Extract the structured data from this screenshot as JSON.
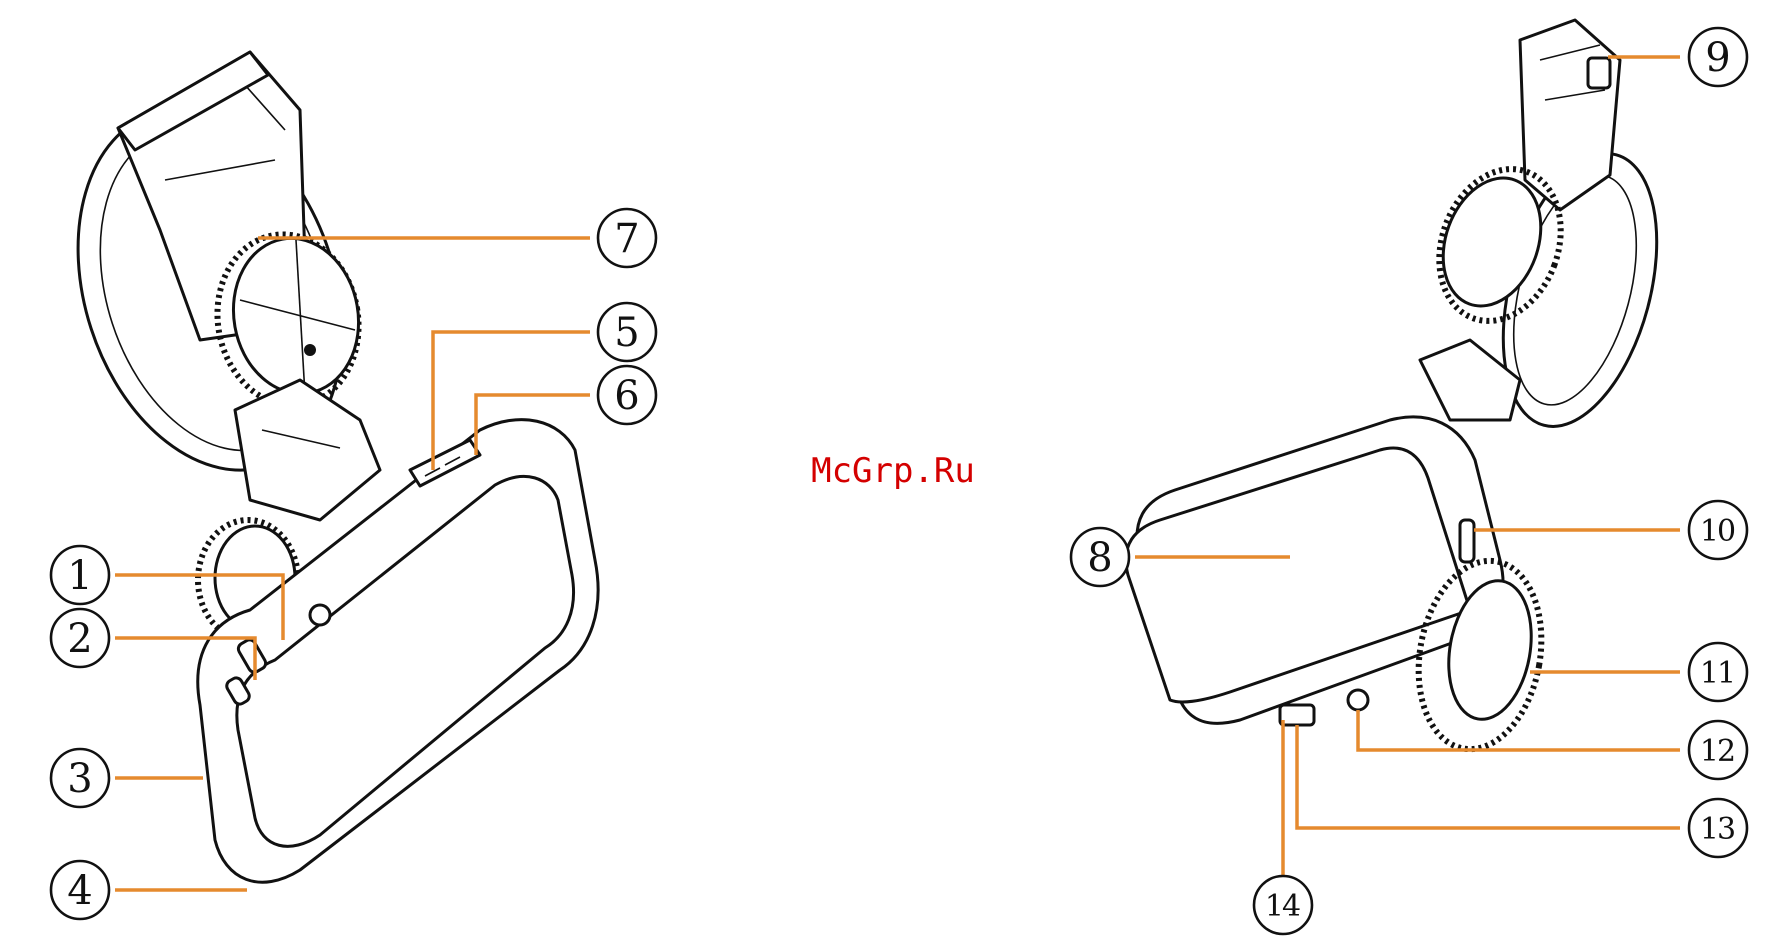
{
  "watermark": "McGrp.Ru",
  "colors": {
    "leader_line": "#e58a2e",
    "outline": "#111111",
    "watermark": "#d40000"
  },
  "callouts": [
    {
      "id": "callout-1",
      "label": "1"
    },
    {
      "id": "callout-2",
      "label": "2"
    },
    {
      "id": "callout-3",
      "label": "3"
    },
    {
      "id": "callout-4",
      "label": "4"
    },
    {
      "id": "callout-5",
      "label": "5"
    },
    {
      "id": "callout-6",
      "label": "6"
    },
    {
      "id": "callout-7",
      "label": "7"
    },
    {
      "id": "callout-8",
      "label": "8"
    },
    {
      "id": "callout-9",
      "label": "9"
    },
    {
      "id": "callout-10",
      "label": "10"
    },
    {
      "id": "callout-11",
      "label": "11"
    },
    {
      "id": "callout-12",
      "label": "12"
    },
    {
      "id": "callout-13",
      "label": "13"
    },
    {
      "id": "callout-14",
      "label": "14"
    }
  ]
}
